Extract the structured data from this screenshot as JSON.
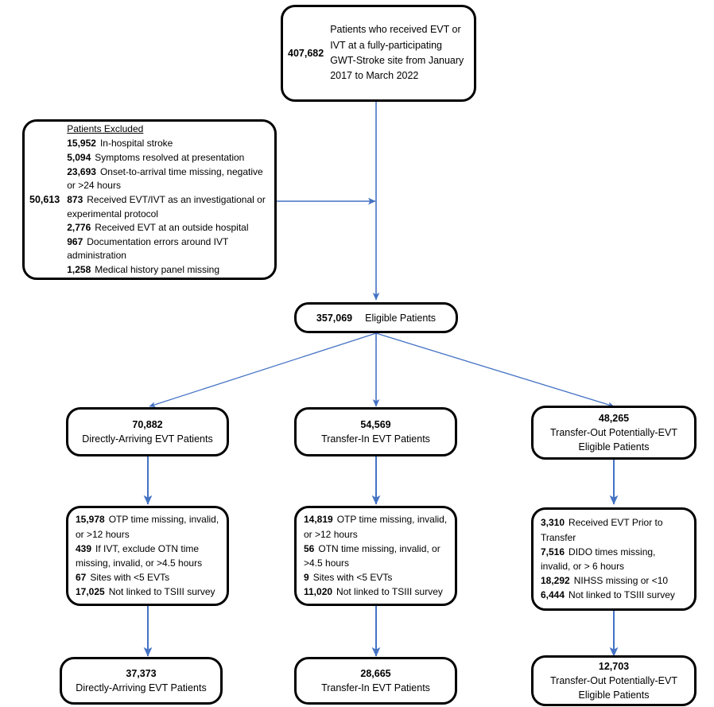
{
  "meta": {
    "title": "Patient selection flow diagram",
    "arrow_color": "#4472C4",
    "box_border_color": "#000000",
    "background_color": "#FFFFFF"
  },
  "nodes": {
    "source": {
      "count": "407,682",
      "description": "Patients who received EVT or IVT at a fully-participating GWT-Stroke site from January 2017 to March 2022"
    },
    "excluded": {
      "count": "50,613",
      "heading": "Patients Excluded",
      "reasons": [
        {
          "n": "15,952",
          "text": "In-hospital stroke"
        },
        {
          "n": "5,094",
          "text": "Symptoms resolved at presentation"
        },
        {
          "n": "23,693",
          "text": "Onset-to-arrival time missing, negative or >24 hours"
        },
        {
          "n": "873",
          "text": "Received EVT/IVT as an investigational or experimental protocol"
        },
        {
          "n": "2,776",
          "text": "Received EVT at an outside hospital"
        },
        {
          "n": "967",
          "text": "Documentation errors around IVT administration"
        },
        {
          "n": "1,258",
          "text": "Medical history panel missing"
        }
      ]
    },
    "eligible": {
      "count": "357,069",
      "label": "Eligible Patients"
    },
    "branch_direct": {
      "count": "70,882",
      "label": "Directly-Arriving EVT Patients"
    },
    "branch_transfer_in": {
      "count": "54,569",
      "label": "Transfer-In EVT Patients"
    },
    "branch_transfer_out": {
      "count": "48,265",
      "label_line1": "Transfer-Out Potentially-EVT",
      "label_line2": "Eligible Patients"
    },
    "excl_direct": {
      "reasons": [
        {
          "n": "15,978",
          "text": "OTP time missing, invalid, or >12 hours"
        },
        {
          "n": "439",
          "text": "If IVT, exclude OTN time missing, invalid, or >4.5 hours"
        },
        {
          "n": "67",
          "text": "Sites with <5 EVTs"
        },
        {
          "n": "17,025",
          "text": "Not linked to TSIII survey"
        }
      ]
    },
    "excl_transfer_in": {
      "reasons": [
        {
          "n": "14,819",
          "text": "OTP time missing, invalid, or >12 hours"
        },
        {
          "n": "56",
          "text": "OTN time missing, invalid, or >4.5 hours"
        },
        {
          "n": "9",
          "text": "Sites with <5 EVTs"
        },
        {
          "n": "11,020",
          "text": "Not linked to TSIII survey"
        }
      ]
    },
    "excl_transfer_out": {
      "reasons": [
        {
          "n": "3,310",
          "text": "Received EVT Prior to Transfer"
        },
        {
          "n": "7,516",
          "text": "DIDO times missing, invalid, or > 6 hours"
        },
        {
          "n": "18,292",
          "text": "NIHSS missing or <10"
        },
        {
          "n": "6,444",
          "text": "Not linked to TSIII survey"
        }
      ]
    },
    "final_direct": {
      "count": "37,373",
      "label": "Directly-Arriving EVT Patients"
    },
    "final_transfer_in": {
      "count": "28,665",
      "label": "Transfer-In EVT Patients"
    },
    "final_transfer_out": {
      "count": "12,703",
      "label_line1": "Transfer-Out Potentially-EVT",
      "label_line2": "Eligible Patients"
    }
  }
}
